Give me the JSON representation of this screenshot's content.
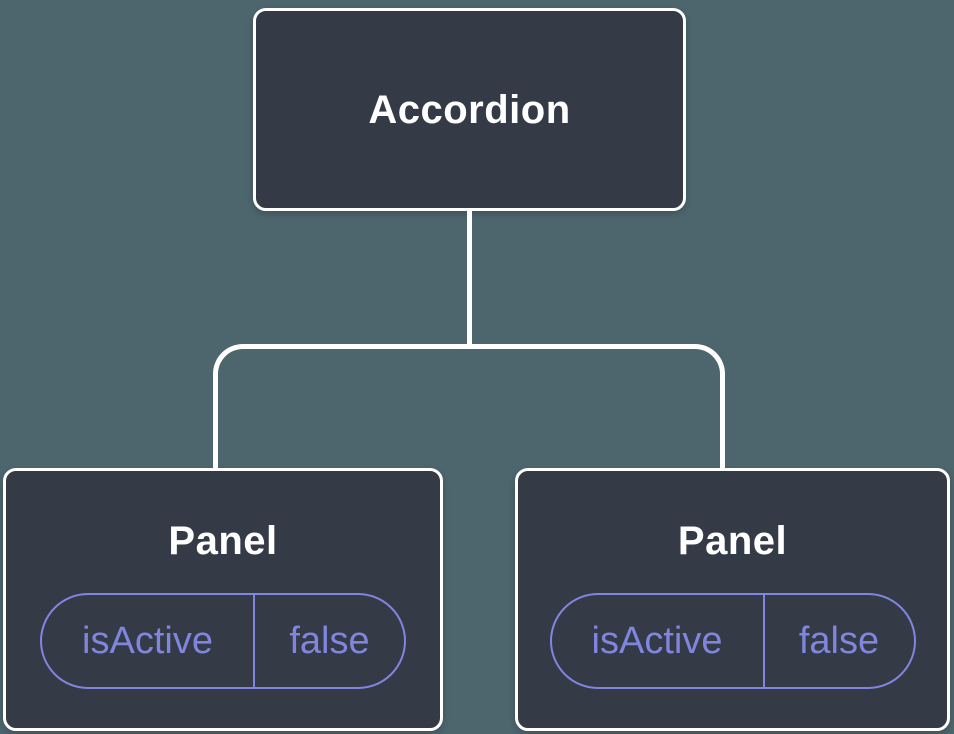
{
  "diagram": {
    "type": "component-tree",
    "root": {
      "label": "Accordion"
    },
    "children": [
      {
        "label": "Panel",
        "state": {
          "key": "isActive",
          "value": "false"
        }
      },
      {
        "label": "Panel",
        "state": {
          "key": "isActive",
          "value": "false"
        }
      }
    ],
    "colors": {
      "background": "#4d656d",
      "node_fill": "#343a46",
      "node_border": "#ffffff",
      "connector": "#ffffff",
      "state_accent": "#8085de",
      "title_text": "#ffffff"
    }
  }
}
